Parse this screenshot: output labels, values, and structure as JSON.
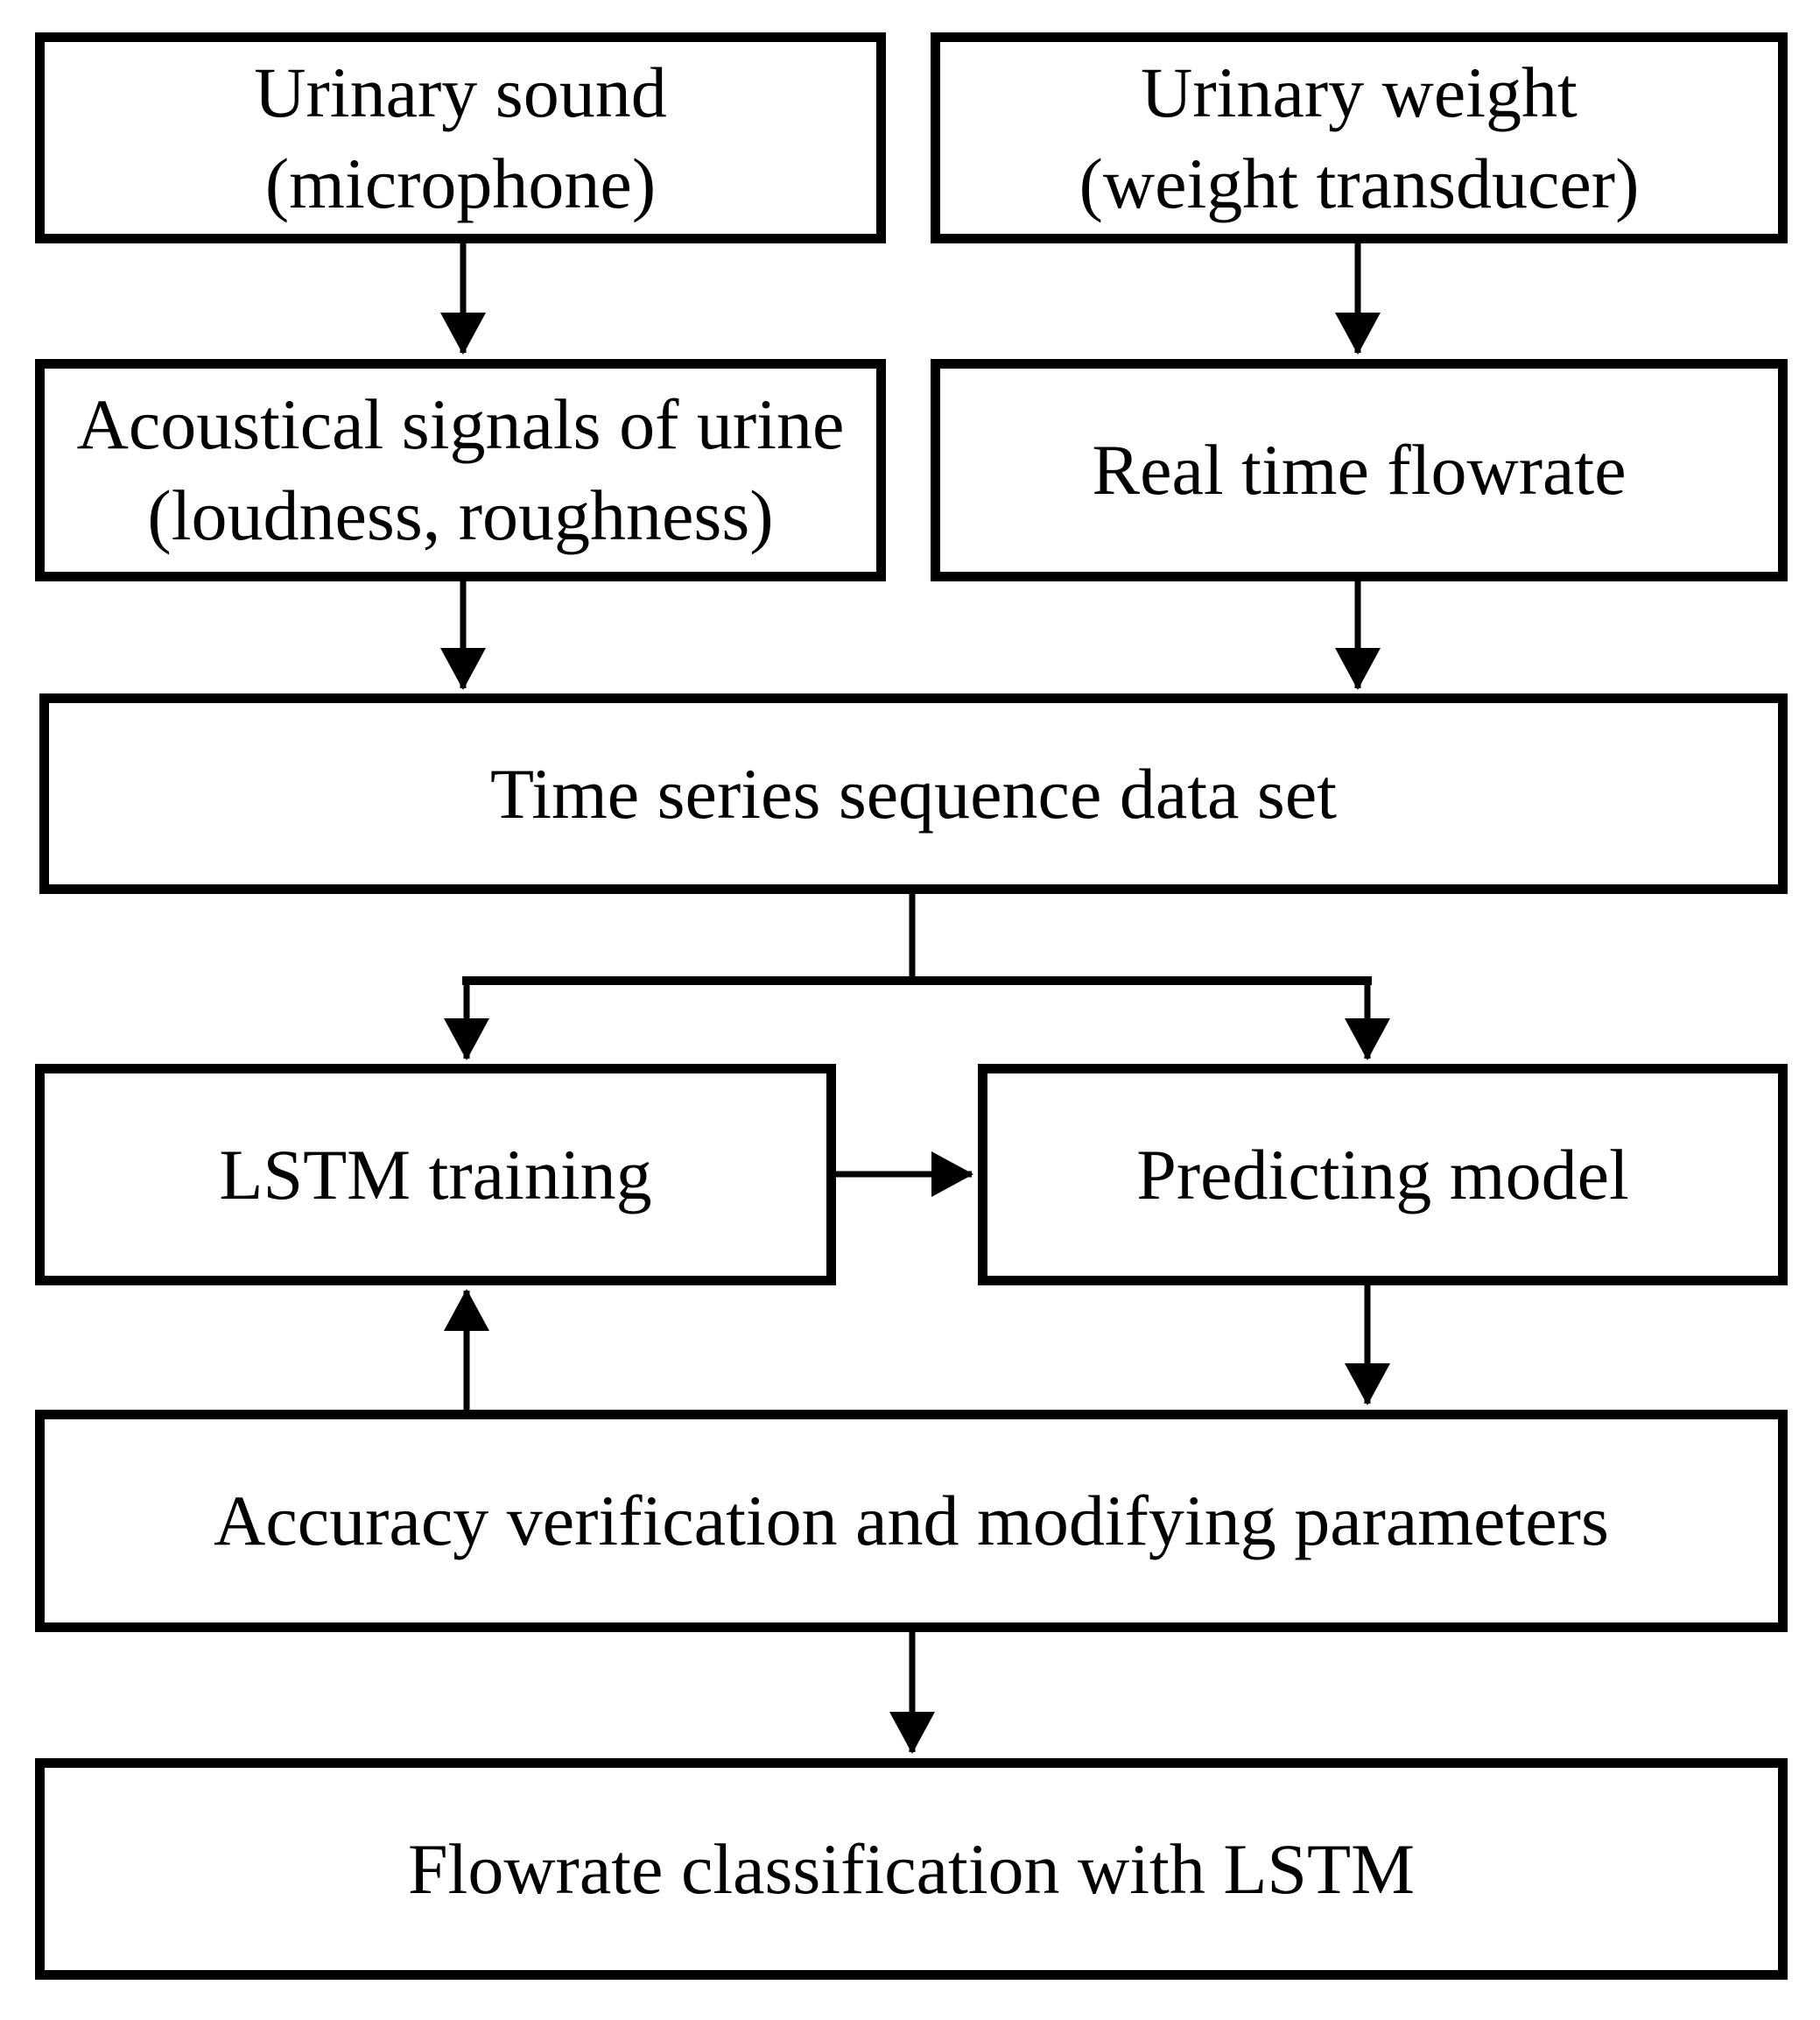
{
  "diagram": {
    "type": "flowchart",
    "background_color": "#ffffff",
    "line_color": "#000000",
    "boxes": {
      "urinary_sound": {
        "line1": "Urinary sound",
        "line2": "(microphone)"
      },
      "urinary_weight": {
        "line1": "Urinary weight",
        "line2": "(weight transducer)"
      },
      "acoustical_signals": {
        "line1": "Acoustical signals of urine",
        "line2": "(loudness, roughness)"
      },
      "real_time_flowrate": {
        "line1": "Real time flowrate"
      },
      "time_series": {
        "line1": "Time series sequence data set"
      },
      "lstm_training": {
        "line1": "LSTM training"
      },
      "predicting_model": {
        "line1": "Predicting model"
      },
      "accuracy_verification": {
        "line1": "Accuracy verification and modifying parameters"
      },
      "flowrate_classification": {
        "line1": "Flowrate classification with LSTM"
      }
    },
    "edges": [
      {
        "from": "urinary_sound",
        "to": "acoustical_signals"
      },
      {
        "from": "urinary_weight",
        "to": "real_time_flowrate"
      },
      {
        "from": "acoustical_signals",
        "to": "time_series"
      },
      {
        "from": "real_time_flowrate",
        "to": "time_series"
      },
      {
        "from": "time_series",
        "to": "lstm_training"
      },
      {
        "from": "time_series",
        "to": "predicting_model"
      },
      {
        "from": "lstm_training",
        "to": "predicting_model"
      },
      {
        "from": "predicting_model",
        "to": "accuracy_verification"
      },
      {
        "from": "accuracy_verification",
        "to": "lstm_training"
      },
      {
        "from": "accuracy_verification",
        "to": "flowrate_classification"
      }
    ]
  }
}
